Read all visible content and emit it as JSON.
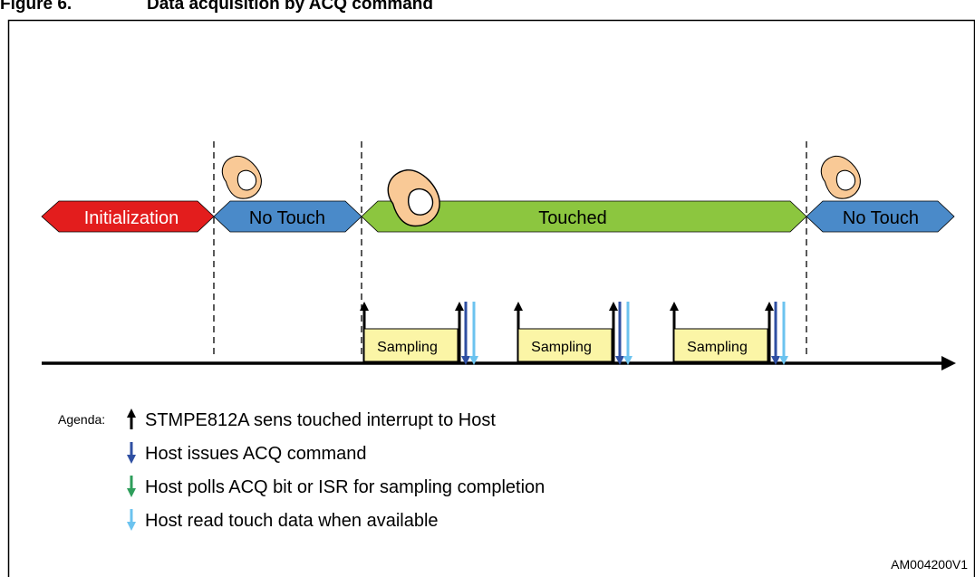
{
  "figure": {
    "number": "Figure 6.",
    "title": "Data acquisition by ACQ command",
    "id_code": "AM004200V1"
  },
  "states": [
    {
      "label": "Initialization",
      "color": "#e31d1d"
    },
    {
      "label": "No Touch",
      "color": "#4a8ac9"
    },
    {
      "label": "Touched",
      "color": "#8cc63f"
    },
    {
      "label": "No Touch",
      "color": "#4a8ac9"
    }
  ],
  "sampling_label": "Sampling",
  "sampling_count": 3,
  "legend": {
    "heading": "Agenda:",
    "items": [
      {
        "text": "STMPE812A sens touched interrupt to Host",
        "color": "#000000",
        "direction": "up"
      },
      {
        "text": "Host issues ACQ command",
        "color": "#2f4fa2",
        "direction": "down"
      },
      {
        "text": "Host polls ACQ bit or ISR for sampling completion",
        "color": "#2e9e5b",
        "direction": "down"
      },
      {
        "text": "Host read touch data when available",
        "color": "#6cc3ef",
        "direction": "down"
      }
    ]
  },
  "colors": {
    "sampling_fill": "#fbf5a6",
    "finger_fill": "#f9c996"
  }
}
